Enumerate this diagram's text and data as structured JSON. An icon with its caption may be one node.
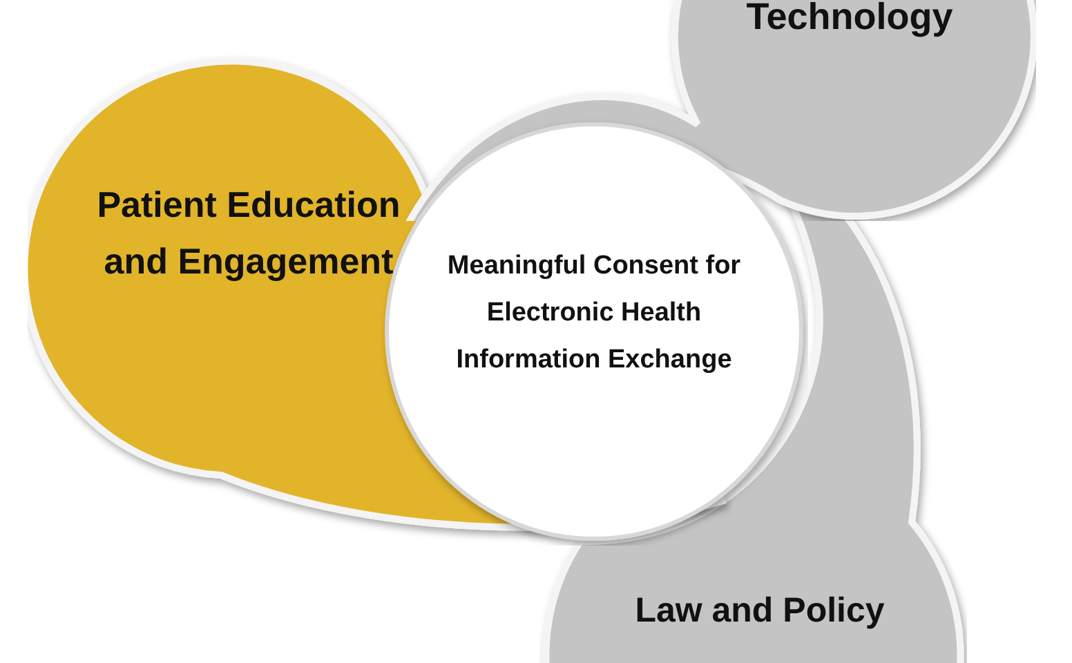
{
  "diagram": {
    "nodes": [
      {
        "text": [
          "Technology"
        ]
      },
      {
        "text": [
          "Patient Education and Engagement"
        ]
      },
      {
        "text": [
          "Meaningful Consent for Electronic Health Information Exchange"
        ]
      },
      {
        "text": [
          "Law and Policy"
        ]
      }
    ]
  }
}
